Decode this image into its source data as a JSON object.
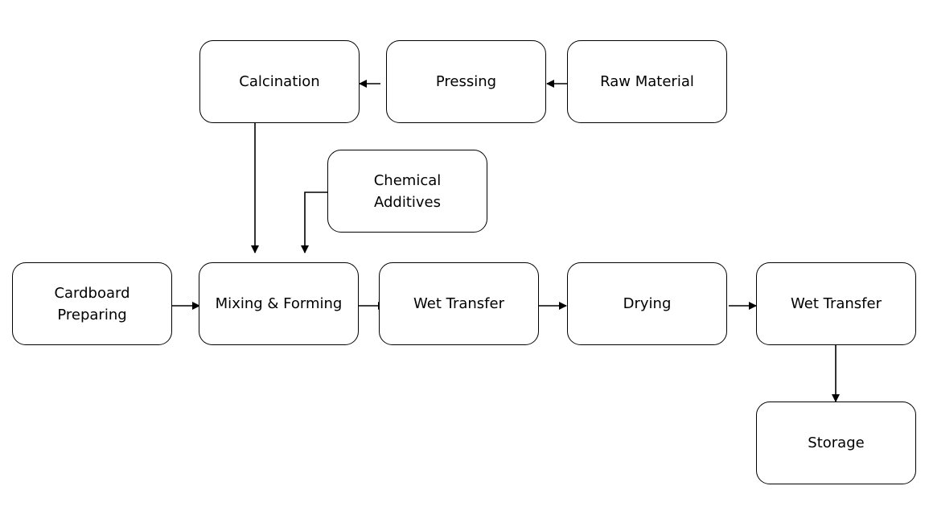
{
  "diagram": {
    "nodes": {
      "calcination": "Calcination",
      "pressing": "Pressing",
      "raw_material": "Raw Material",
      "chemical_additives": "Chemical\nAdditives",
      "cardboard_preparing": "Cardboard\nPreparing",
      "mixing_forming": "Mixing & Forming",
      "wet_transfer_1": "Wet Transfer",
      "drying": "Drying",
      "wet_transfer_2": "Wet Transfer",
      "storage": "Storage"
    },
    "edges": [
      {
        "from": "raw_material",
        "to": "pressing"
      },
      {
        "from": "pressing",
        "to": "calcination"
      },
      {
        "from": "calcination",
        "to": "mixing_forming"
      },
      {
        "from": "chemical_additives",
        "to": "mixing_forming"
      },
      {
        "from": "cardboard_preparing",
        "to": "mixing_forming"
      },
      {
        "from": "mixing_forming",
        "to": "wet_transfer_1"
      },
      {
        "from": "wet_transfer_1",
        "to": "drying"
      },
      {
        "from": "drying",
        "to": "wet_transfer_2"
      },
      {
        "from": "wet_transfer_2",
        "to": "storage"
      }
    ],
    "colors": {
      "stroke": "#000000",
      "fill": "#ffffff",
      "text": "#000000"
    }
  }
}
